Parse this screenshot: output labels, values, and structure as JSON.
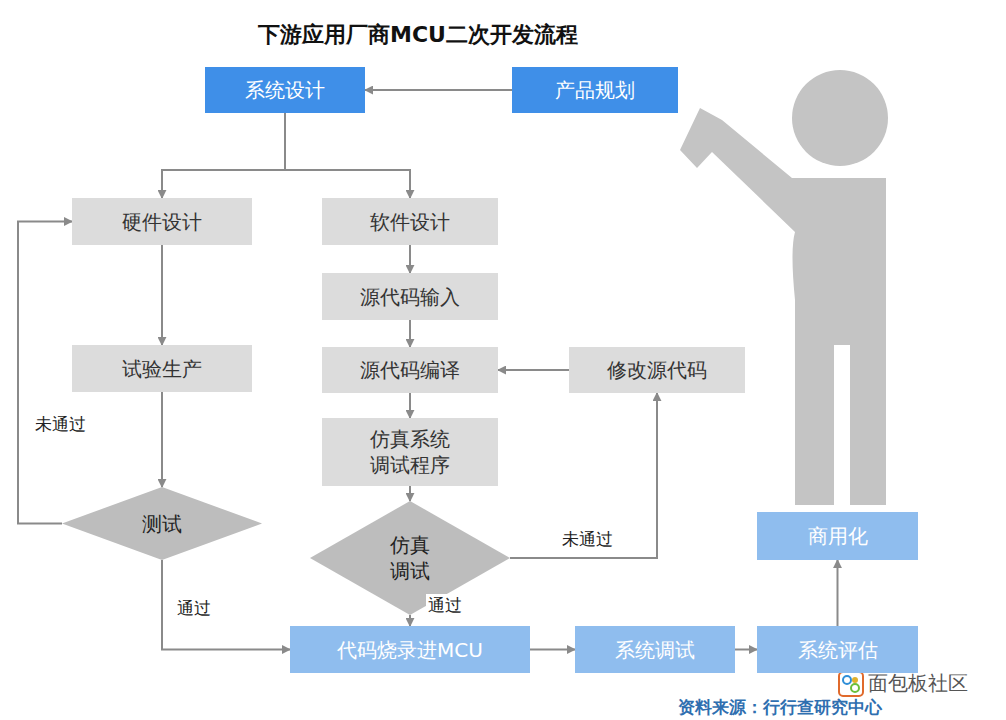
{
  "diagram": {
    "title": "下游应用厂商MCU二次开发流程",
    "nodes": [
      {
        "text": [
          "系统设计"
        ]
      },
      {
        "text": [
          "产品规划"
        ]
      },
      {
        "text": [
          "硬件设计"
        ]
      },
      {
        "text": [
          "软件设计"
        ]
      },
      {
        "text": [
          "源代码输入"
        ]
      },
      {
        "text": [
          "试验生产"
        ]
      },
      {
        "text": [
          "源代码编译"
        ]
      },
      {
        "text": [
          "修改源代码"
        ]
      },
      {
        "text": [
          "仿真系统 调试程序"
        ]
      },
      {
        "text": [
          "测试"
        ]
      },
      {
        "text": [
          "仿真 调试"
        ]
      },
      {
        "text": [
          "商用化"
        ]
      },
      {
        "text": [
          "代码烧录进MCU"
        ]
      },
      {
        "text": [
          "系统调试"
        ]
      },
      {
        "text": [
          "系统评估"
        ]
      }
    ],
    "edges": [
      {
        "from": 1,
        "to": 0,
        "arrow": "to"
      },
      {
        "from": 0,
        "to": 2,
        "arrow": "to"
      },
      {
        "from": 0,
        "to": 3,
        "arrow": "to"
      },
      {
        "from": 2,
        "to": 5,
        "arrow": "to"
      },
      {
        "from": 5,
        "to": 9,
        "arrow": "to"
      },
      {
        "from": 9,
        "to": 2,
        "label": "未通过",
        "arrow": "to"
      },
      {
        "from": 9,
        "to": 12,
        "label": "通过",
        "arrow": "to"
      },
      {
        "from": 3,
        "to": 4,
        "arrow": "to"
      },
      {
        "from": 4,
        "to": 6,
        "arrow": "to"
      },
      {
        "from": 6,
        "to": 8,
        "arrow": "to"
      },
      {
        "from": 8,
        "to": 10,
        "arrow": "to"
      },
      {
        "from": 10,
        "to": 7,
        "label": "未通过",
        "arrow": "to"
      },
      {
        "from": 7,
        "to": 6,
        "arrow": "to"
      },
      {
        "from": 10,
        "to": 12,
        "label": "通过",
        "arrow": "to"
      },
      {
        "from": 12,
        "to": 13,
        "arrow": "to"
      },
      {
        "from": 13,
        "to": 14,
        "arrow": "to"
      },
      {
        "from": 14,
        "to": 11,
        "arrow": "to"
      }
    ],
    "labels": [
      "资料来源：行行查研究中心",
      "面包板社区"
    ]
  }
}
